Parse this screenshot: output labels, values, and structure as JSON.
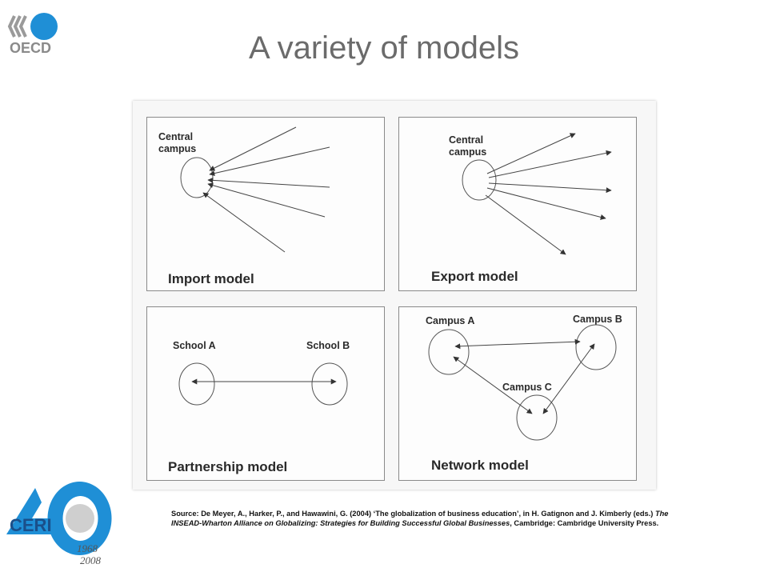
{
  "slide": {
    "title": "A variety of models",
    "oecd_logo_text": "OECD",
    "ceri_logo_text": "CERI",
    "ceri_years_start": "1968",
    "ceri_years_end": "2008",
    "brand_blue": "#1f8fd6",
    "title_color": "#6b6b6b"
  },
  "figure": {
    "import_panel": {
      "node_label_line1": "Central",
      "node_label_line2": "campus",
      "model_label": "Import model"
    },
    "export_panel": {
      "node_label_line1": "Central",
      "node_label_line2": "campus",
      "model_label": "Export model"
    },
    "partnership_panel": {
      "node_a": "School A",
      "node_b": "School B",
      "model_label": "Partnership model"
    },
    "network_panel": {
      "node_a": "Campus A",
      "node_b": "Campus B",
      "node_c": "Campus C",
      "model_label": "Network model"
    }
  },
  "source": {
    "part1": "Source: De Meyer, A., Harker, P., and Hawawini, G. (2004) ‘The globalization of business education’, in H. Gatignon and J. Kimberly (eds.) ",
    "italic": "The INSEAD-Wharton Alliance on Globalizing: Strategies for Building Successful Global Businesses",
    "part2": ", Cambridge: Cambridge University Press."
  }
}
